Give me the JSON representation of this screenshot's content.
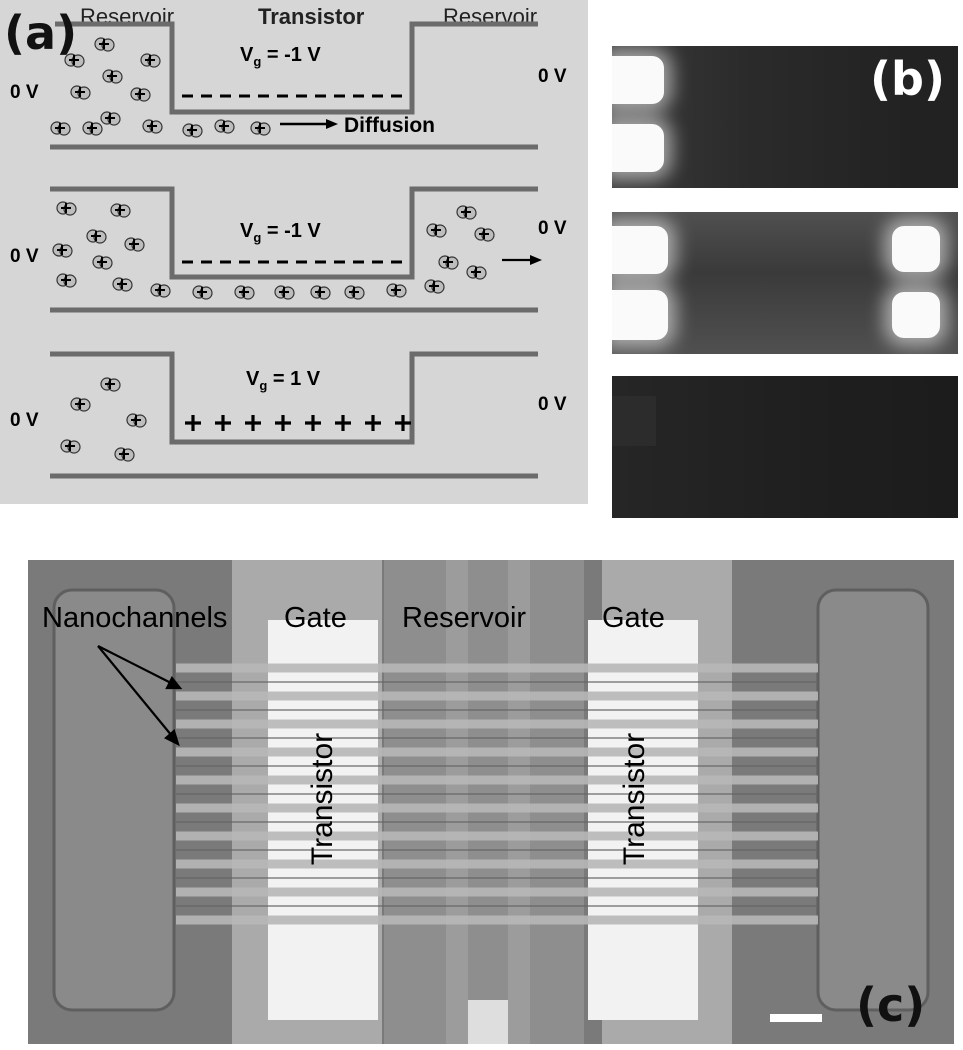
{
  "header": {
    "left_reservoir": "Reservoir",
    "transistor": "Transistor",
    "right_reservoir": "Reservoir"
  },
  "panel_a": {
    "label": "(a)",
    "row1": {
      "left_v": "0 V",
      "right_v": "0 V",
      "vg_main": "V",
      "vg_sub": "g",
      "vg_value": " = -1 V",
      "diffusion": "Diffusion"
    },
    "row2": {
      "left_v": "0 V",
      "right_v": "0 V",
      "vg_main": "V",
      "vg_sub": "g",
      "vg_value": " = -1 V"
    },
    "row3": {
      "left_v": "0 V",
      "right_v": "0 V",
      "vg_main": "V",
      "vg_sub": "g",
      "vg_value": " = 1 V"
    }
  },
  "panel_b": {
    "label": "(b)"
  },
  "panel_c": {
    "label": "(c)",
    "nanochannels": "Nanochannels",
    "gate_left": "Gate",
    "reservoir": "Reservoir",
    "gate_right": "Gate",
    "transistor_left": "Transistor",
    "transistor_right": "Transistor"
  },
  "colors": {
    "panel_a_bg": "#d6d6d6",
    "channel_line": "#6b6b6b",
    "fluorescence_bg": "#1c1c1c",
    "micrograph_bg": "#7a7a7a"
  }
}
